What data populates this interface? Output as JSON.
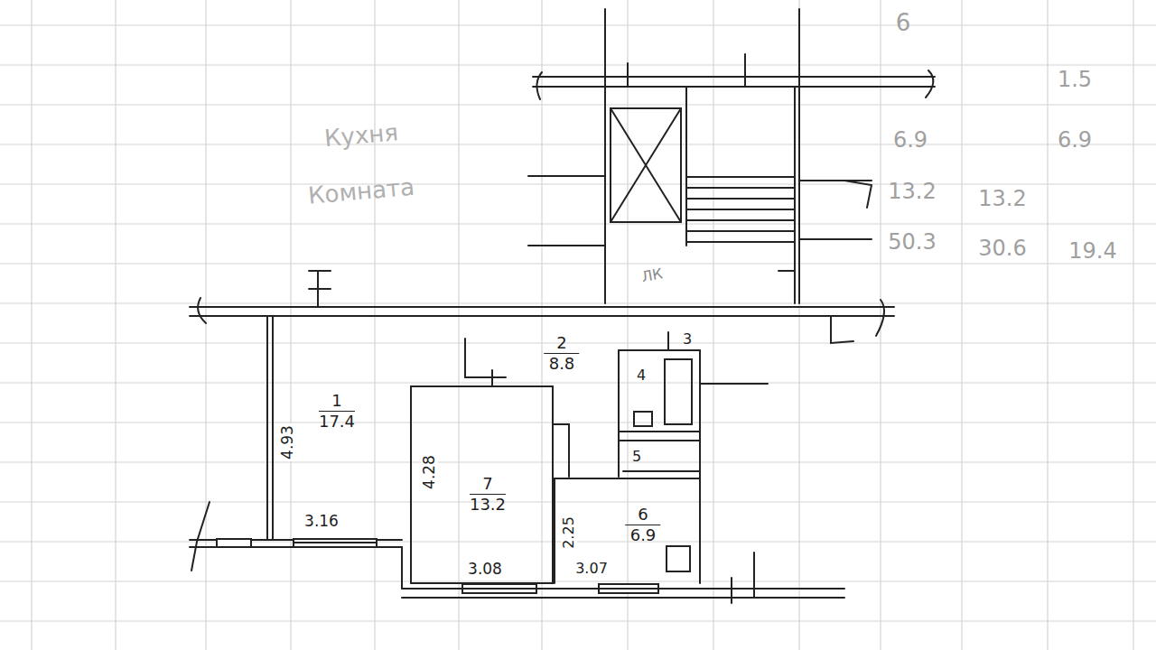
{
  "diagram": {
    "nodes": [
      {
        "text": [
          "1",
          "17.4"
        ]
      },
      {
        "text": [
          "2",
          "8.8"
        ]
      },
      {
        "text": [
          "3"
        ]
      },
      {
        "text": [
          "4"
        ]
      },
      {
        "text": [
          "5"
        ]
      },
      {
        "text": [
          "6",
          "6.9"
        ]
      },
      {
        "text": [
          "7",
          "13.2"
        ]
      }
    ],
    "labels": [
      "4.93",
      "3.16",
      "4.28",
      "3.08",
      "2.25",
      "3.07",
      "ЛК",
      "6",
      "1.5",
      "6.9",
      "6.9",
      "13.2",
      "13.2",
      "50.3",
      "30.6",
      "19.4",
      "Кухня",
      "Комната"
    ]
  }
}
